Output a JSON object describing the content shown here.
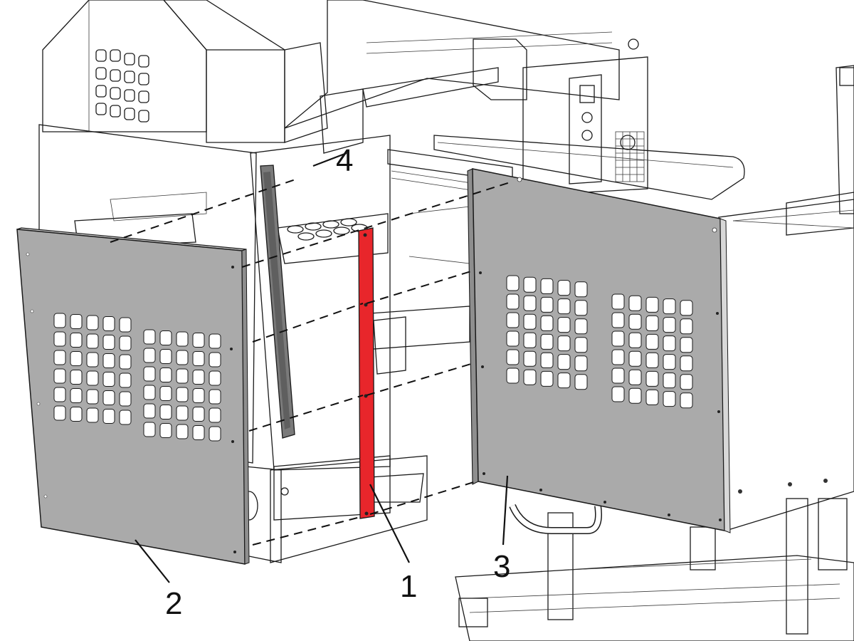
{
  "colors": {
    "panel_gray": "#aaaaaa",
    "panel_edge": "#8c8c8c",
    "highlight_red": "#e8262b",
    "line": "#1a1a1a",
    "machine_fill": "#f4f4f4"
  },
  "callouts": [
    {
      "id": "1",
      "label": "1",
      "part": "red-vertical-strip"
    },
    {
      "id": "2",
      "label": "2",
      "part": "left-side-panel"
    },
    {
      "id": "3",
      "label": "3",
      "part": "right-side-panel"
    },
    {
      "id": "4",
      "label": "4",
      "part": "dark-gasket-strip"
    }
  ]
}
